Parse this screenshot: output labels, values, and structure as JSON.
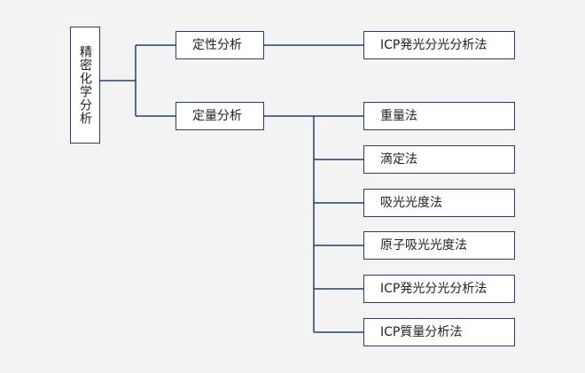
{
  "root": {
    "label": "精密化学分析"
  },
  "qualitative": {
    "label": "定性分析",
    "methods": [
      "ICP発光分光分析法"
    ]
  },
  "quantitative": {
    "label": "定量分析",
    "methods": [
      "重量法",
      "滴定法",
      "吸光光度法",
      "原子吸光光度法",
      "ICP発光分光分析法",
      "ICP質量分析法"
    ]
  },
  "colors": {
    "background": "#f3f3f3",
    "line": "#1f3f73",
    "box_fill": "#ffffff",
    "text": "#222222"
  }
}
